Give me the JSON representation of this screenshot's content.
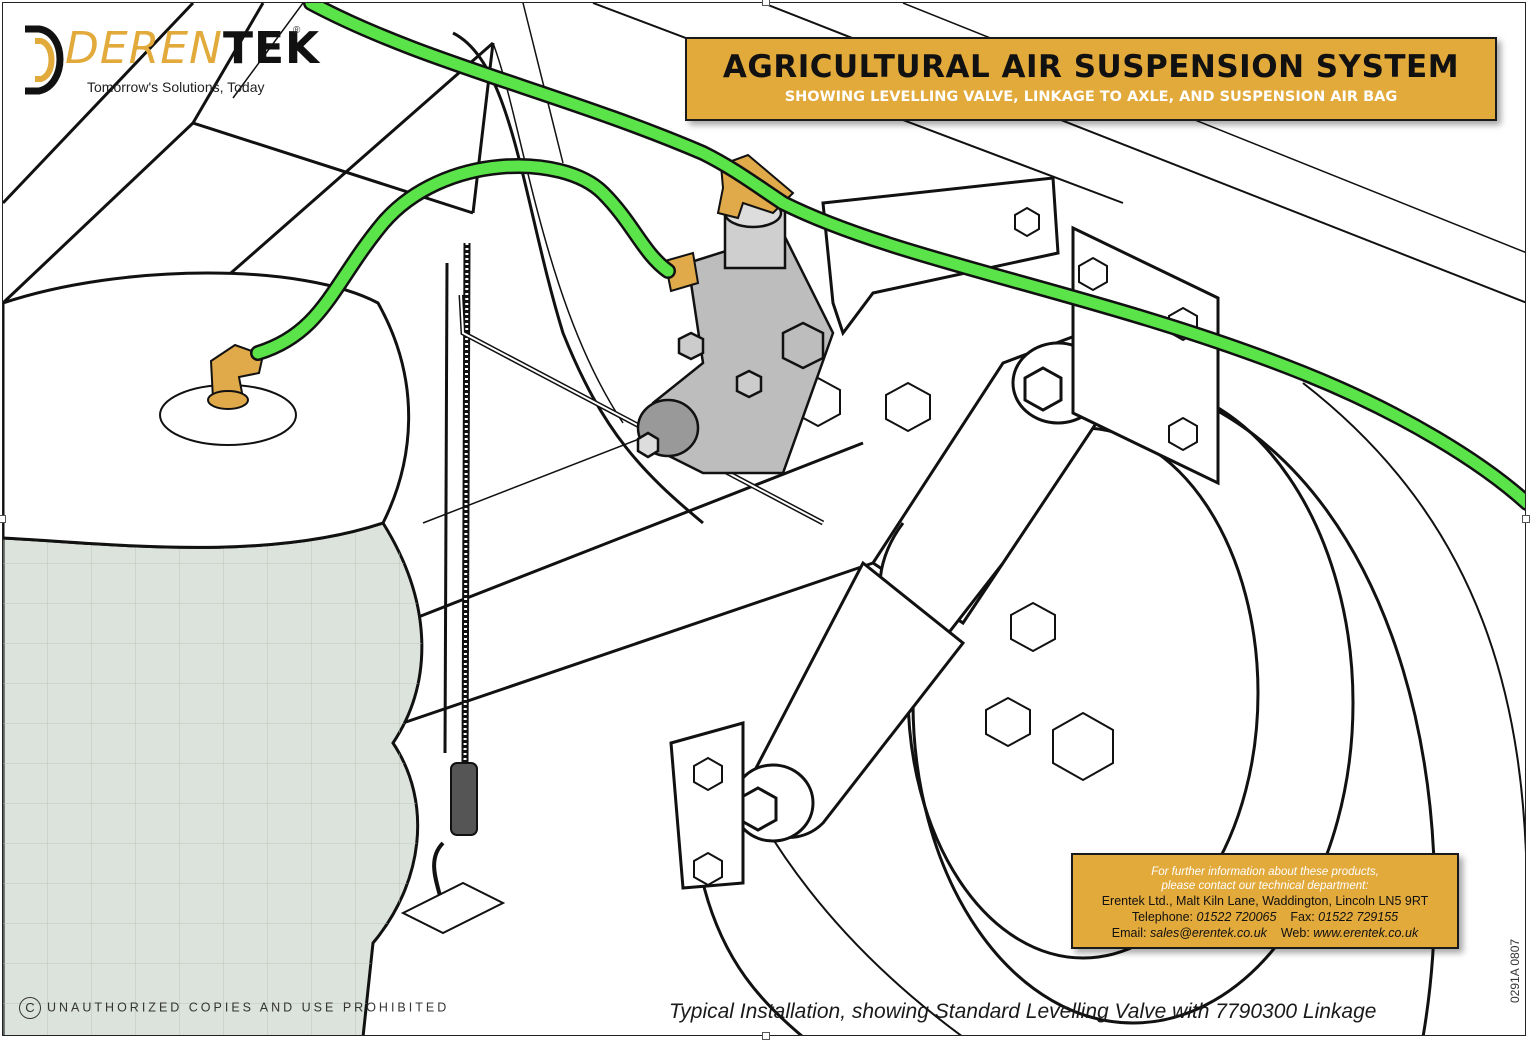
{
  "logo": {
    "wordmark_prefix": "DEREN",
    "wordmark_suffix": "TEK",
    "registered": "®",
    "tagline": "Tomorrow's Solutions, Today"
  },
  "title": {
    "main": "AGRICULTURAL AIR SUSPENSION SYSTEM",
    "sub": "SHOWING LEVELLING VALVE, LINKAGE TO AXLE, AND SUSPENSION AIR BAG"
  },
  "info": {
    "intro_1": "For further information about these products,",
    "intro_2": "please contact our technical department:",
    "address": "Erentek Ltd., Malt Kiln Lane, Waddington, Lincoln LN5 9RT",
    "phone_label": "Telephone:",
    "phone": "01522 720065",
    "fax_label": "Fax:",
    "fax": "01522 729155",
    "email_label": "Email:",
    "email": "sales@erentek.co.uk",
    "web_label": "Web:",
    "web": "www.erentek.co.uk"
  },
  "copyright": {
    "symbol": "C",
    "text": "UNAUTHORIZED COPIES AND USE PROHIBITED"
  },
  "caption": "Typical Installation, showing Standard Levelling Valve with 7790300 Linkage",
  "ref_code": "0291A  0807",
  "colors": {
    "accent": "#E2A93B",
    "air_line": "#5BE34A",
    "fitting": "#E0A94A",
    "valve": "#BDBDBD",
    "air_bag": "#DCE2DC"
  }
}
